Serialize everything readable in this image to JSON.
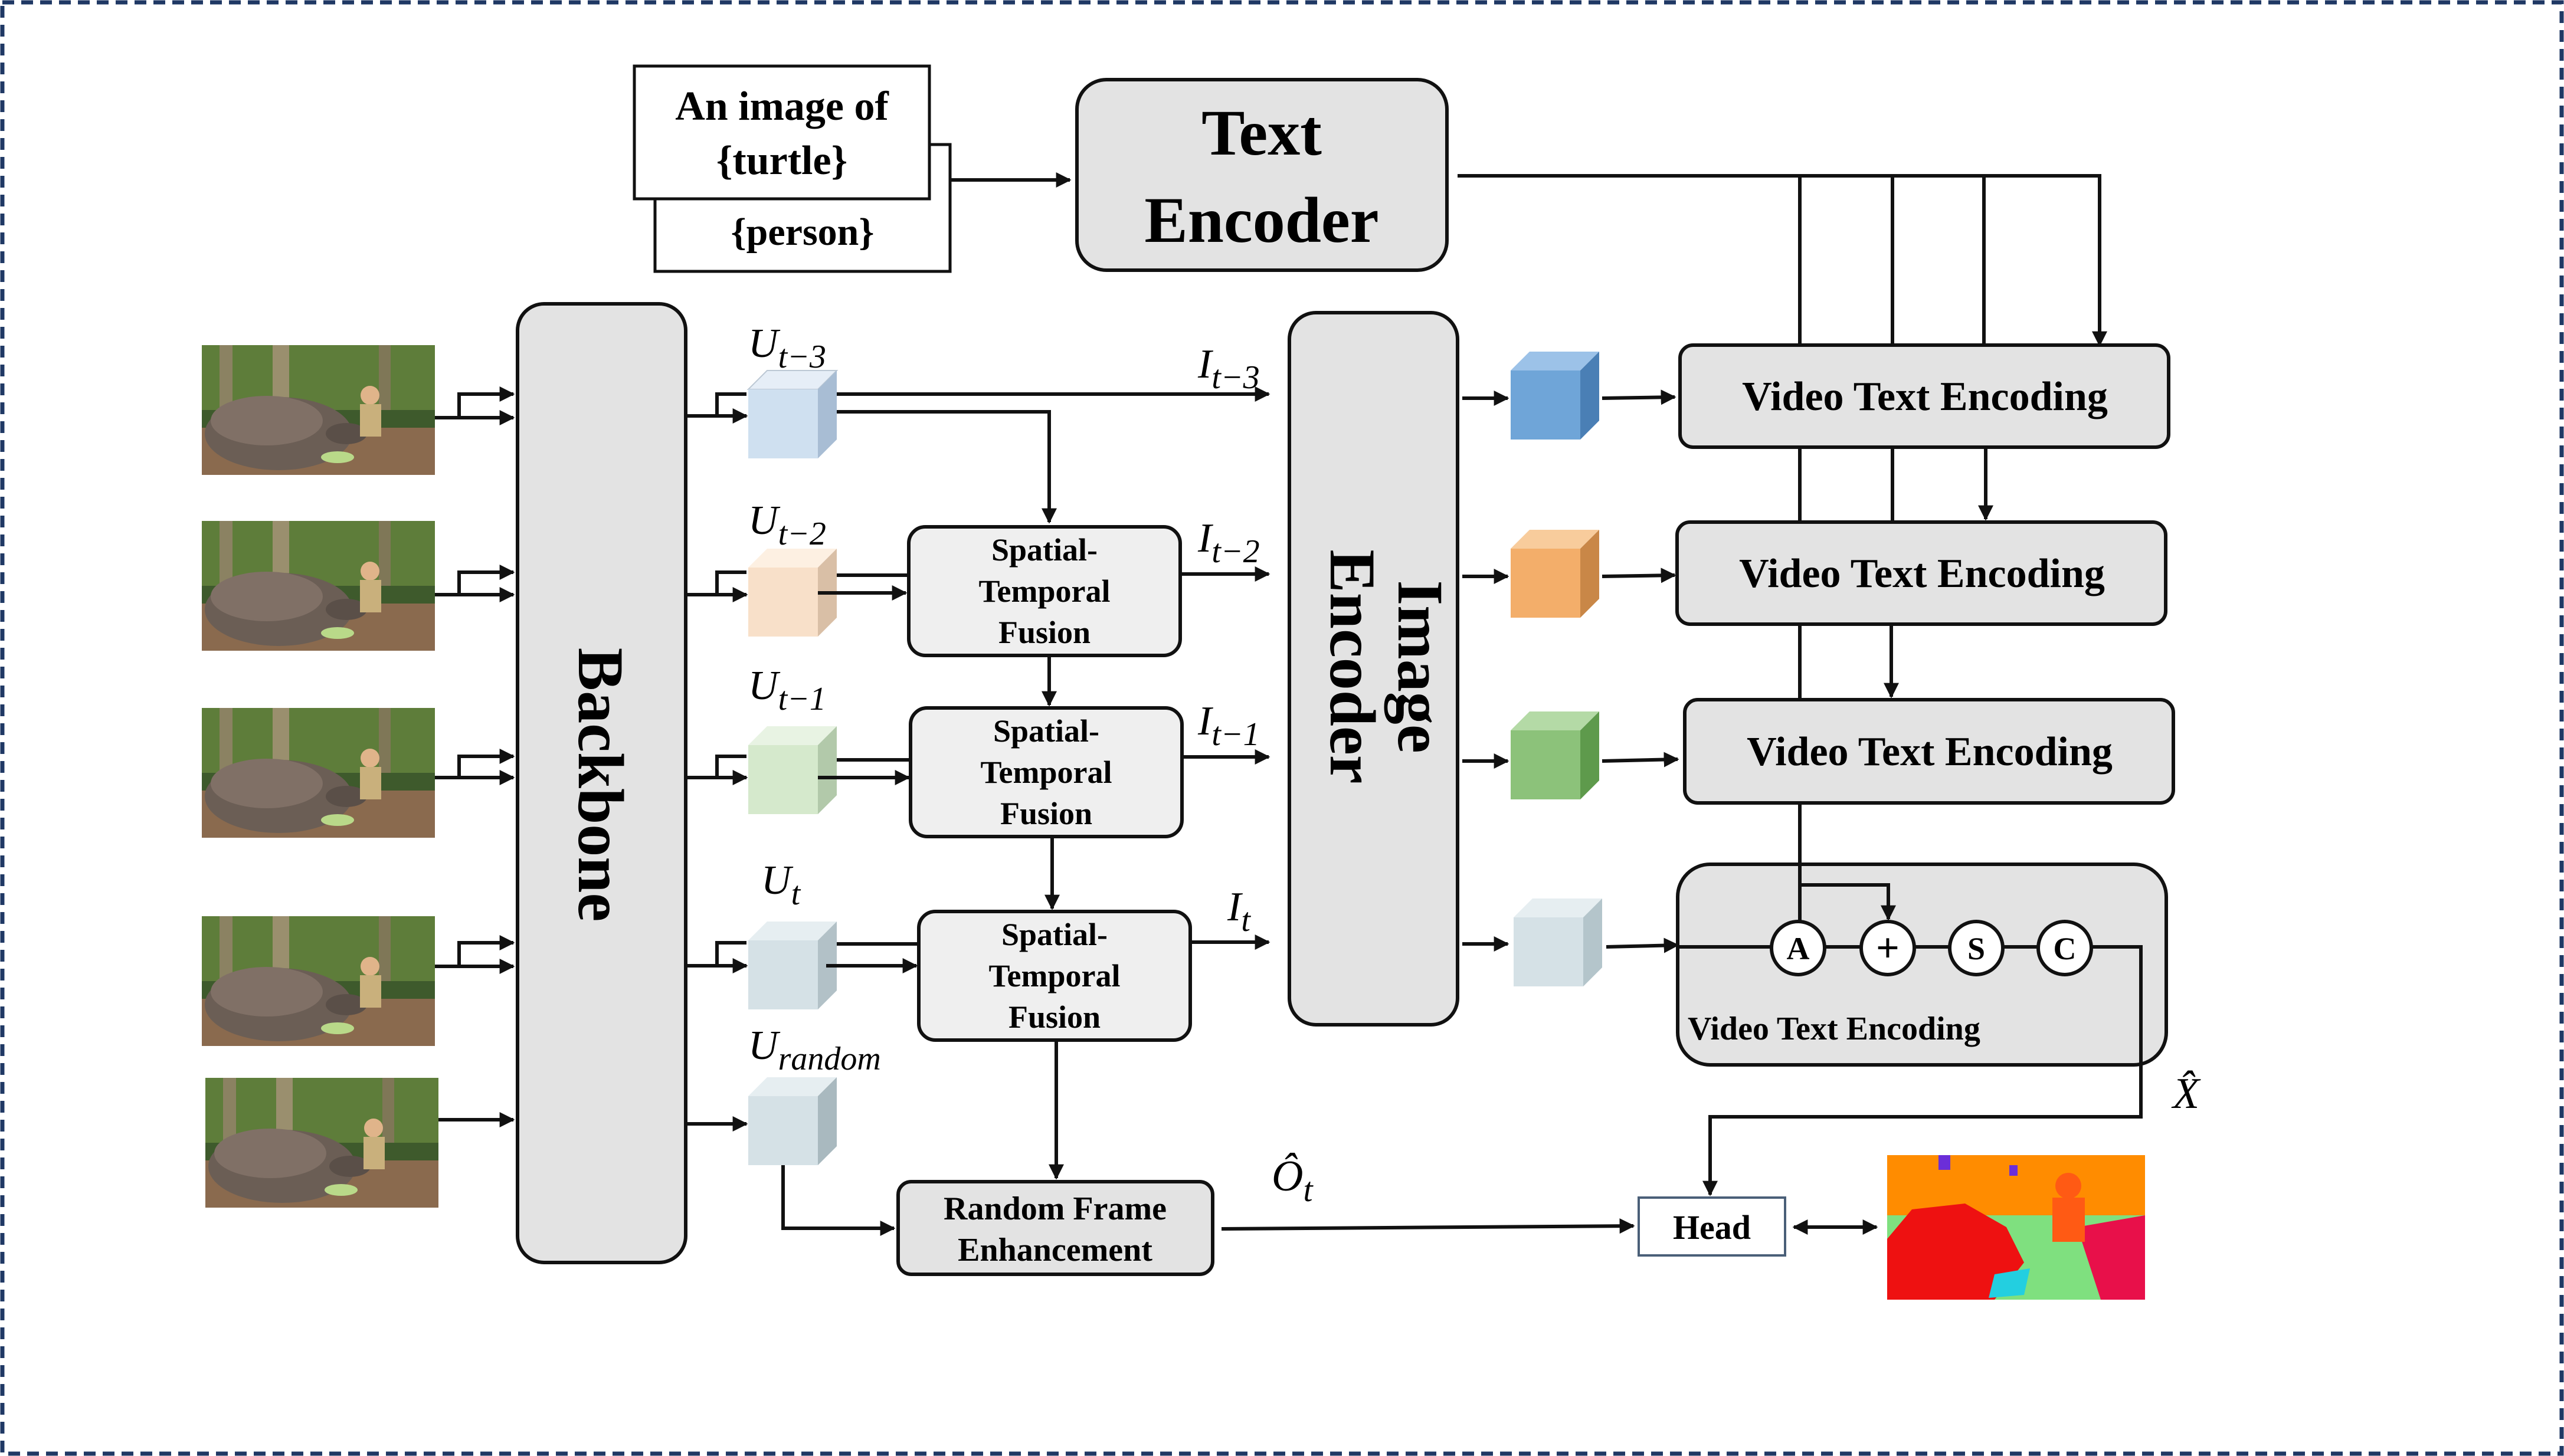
{
  "prompts": {
    "front_line1": "An image of",
    "front_line2": "{turtle}",
    "back_line": "{person}"
  },
  "text_encoder": {
    "line1": "Text",
    "line2": "Encoder"
  },
  "backbone": {
    "label": "Backbone"
  },
  "image_encoder": {
    "line1": "Image",
    "line2": "Encoder"
  },
  "features": {
    "u_t3": {
      "base": "U",
      "sub": "t−3"
    },
    "u_t2": {
      "base": "U",
      "sub": "t−2"
    },
    "u_t1": {
      "base": "U",
      "sub": "t−1"
    },
    "u_t": {
      "base": "U",
      "sub": "t"
    },
    "u_random": {
      "base": "U",
      "sub": "random"
    },
    "i_t3": {
      "base": "I",
      "sub": "t−3"
    },
    "i_t2": {
      "base": "I",
      "sub": "t−2"
    },
    "i_t1": {
      "base": "I",
      "sub": "t−1"
    },
    "i_t": {
      "base": "I",
      "sub": "t"
    },
    "o_hat": {
      "base": "Ô",
      "sub": "t"
    },
    "x_hat": "X̂"
  },
  "fusion": {
    "line1": "Spatial-",
    "line2": "Temporal",
    "line3": "Fusion"
  },
  "video_text_encoding": "Video Text Encoding",
  "ops": {
    "a": "A",
    "plus": "+",
    "s": "S",
    "c": "C"
  },
  "random_frame": {
    "line1": "Random Frame",
    "line2": "Enhancement"
  },
  "head": "Head",
  "colors": {
    "box_fill": "#e3e3e3",
    "fusion_fill": "#efefef",
    "cube_blue": "#6fa5d8",
    "cube_orange": "#f3ae6a",
    "cube_green": "#8cc27a",
    "cube_light_gray": "#d5e1e6",
    "cube_light_blue": "#cfe0f0",
    "cube_peach": "#f8e0c9",
    "cube_light_green": "#d5e9cc",
    "frame_border": "#1f3864"
  },
  "icons": {
    "video_frame": "tortoise-and-child-photo-thumbnail",
    "segmentation_output": "colored-segmentation-mask"
  }
}
